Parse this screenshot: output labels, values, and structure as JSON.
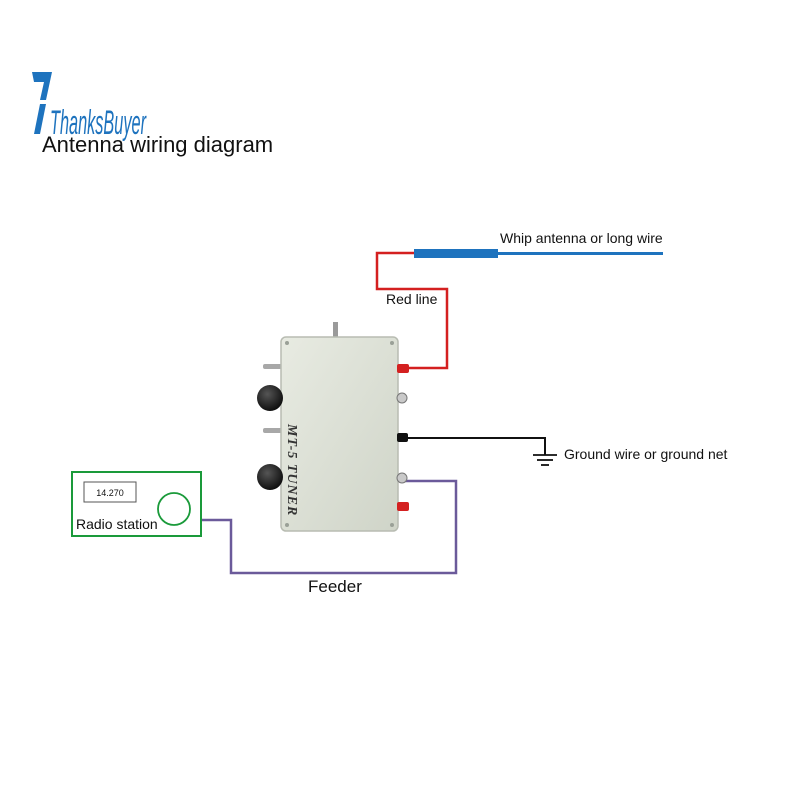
{
  "brand": {
    "name": "ThanksBuyer",
    "color": "#1e73be"
  },
  "title": "Antenna wiring diagram",
  "labels": {
    "whip": "Whip antenna or long wire",
    "red_line": "Red line",
    "ground": "Ground wire or ground net",
    "radio": "Radio station",
    "feeder": "Feeder",
    "frequency": "14.270",
    "tuner": "MT-5 TUNER"
  },
  "colors": {
    "red_line": "#d42020",
    "ground_line": "#111111",
    "feeder_line": "#6b5a9a",
    "antenna": "#1e73be",
    "radio_border": "#1a9a3a",
    "tuner_box": "#dfe3d8"
  }
}
